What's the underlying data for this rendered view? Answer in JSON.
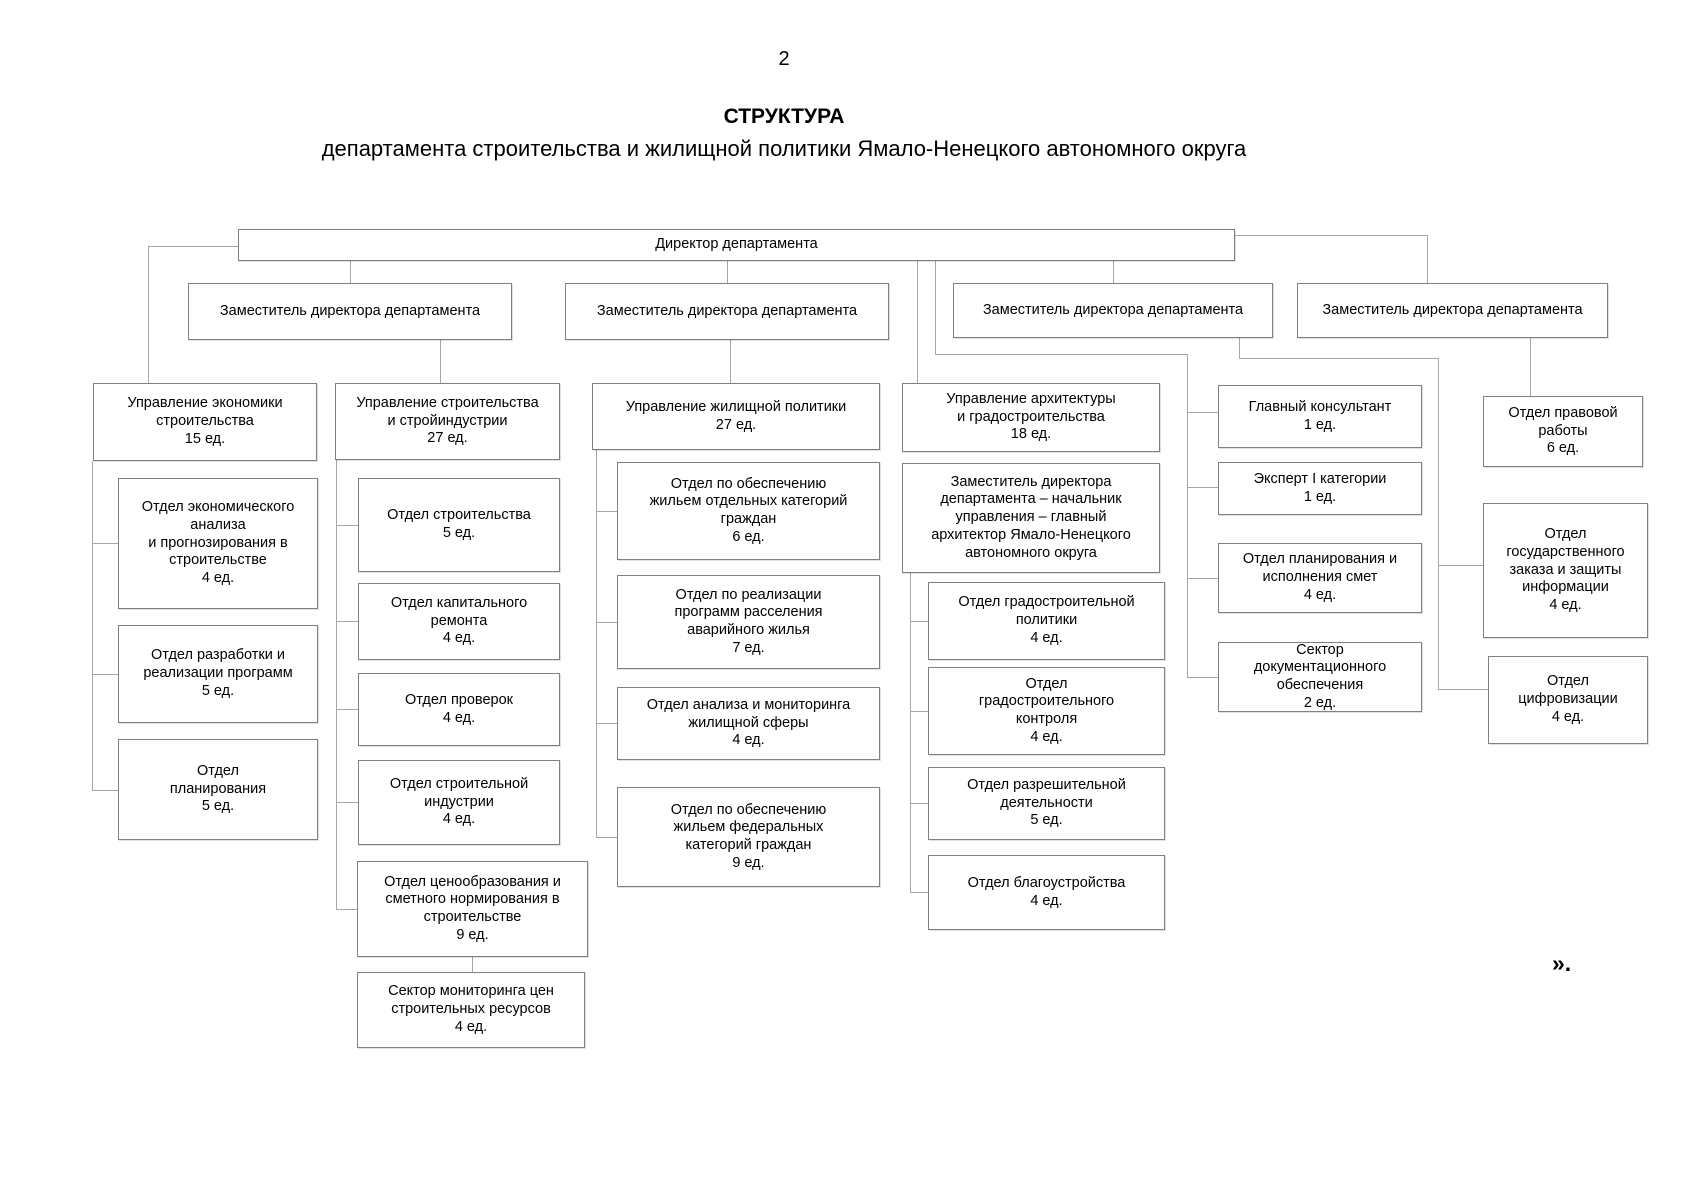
{
  "page_number": "2",
  "title": "СТРУКТУРА",
  "subtitle": "департамента строительства и жилищной политики Ямало-Ненецкого автономного округа",
  "closing_mark": "».",
  "org": {
    "director": "Директор департамента",
    "deputies": [
      "Заместитель директора департамента",
      "Заместитель директора департамента",
      "Заместитель директора департамента",
      "Заместитель директора департамента"
    ],
    "columns": {
      "economics": {
        "header": "Управление экономики\nстроительства\n15 ед.",
        "children": [
          "Отдел экономического\nанализа\nи прогнозирования в\nстроительстве\n4 ед.",
          "Отдел разработки и\nреализации программ\n5 ед.",
          "Отдел\nпланирования\n5 ед."
        ]
      },
      "construction": {
        "header": "Управление строительства\nи стройиндустрии\n27 ед.",
        "children": [
          "Отдел строительства\n5 ед.",
          "Отдел капитального\nремонта\n4 ед.",
          "Отдел проверок\n4 ед.",
          "Отдел строительной\nиндустрии\n4 ед.",
          "Отдел ценообразования и\nсметного нормирования в\nстроительстве\n9 ед.",
          "Сектор мониторинга цен\nстроительных ресурсов\n4 ед."
        ]
      },
      "housing": {
        "header": "Управление жилищной политики\n27 ед.",
        "children": [
          "Отдел по обеспечению\nжильем отдельных категорий\nграждан\n6 ед.",
          "Отдел по реализации\nпрограмм расселения\nаварийного жилья\n7 ед.",
          "Отдел анализа и мониторинга\nжилищной сферы\n4 ед.",
          "Отдел по обеспечению\nжильем федеральных\nкатегорий граждан\n9 ед."
        ]
      },
      "architecture": {
        "header": "Управление архитектуры\nи градостроительства\n18 ед.",
        "deputy_head": "Заместитель директора\nдепартамента – начальник\nуправления – главный\nархитектор Ямало-Ненецкого\nавтономного округа",
        "children": [
          "Отдел градостроительной\nполитики\n4 ед.",
          "Отдел\nградостроительного\nконтроля\n4 ед.",
          "Отдел разрешительной\nдеятельности\n5 ед.",
          "Отдел благоустройства\n4 ед."
        ]
      },
      "director_office": {
        "children": [
          "Главный консультант\n1 ед.",
          "Эксперт I категории\n1 ед.",
          "Отдел планирования и\nисполнения смет\n4 ед.",
          "Сектор\nдокументационного\nобеспечения\n2 ед."
        ]
      },
      "legal": {
        "children": [
          "Отдел правовой\nработы\n6 ед.",
          "Отдел\nгосударственного\nзаказа и защиты\nинформации\n4 ед.",
          "Отдел\nцифровизации\n4 ед."
        ]
      }
    }
  }
}
